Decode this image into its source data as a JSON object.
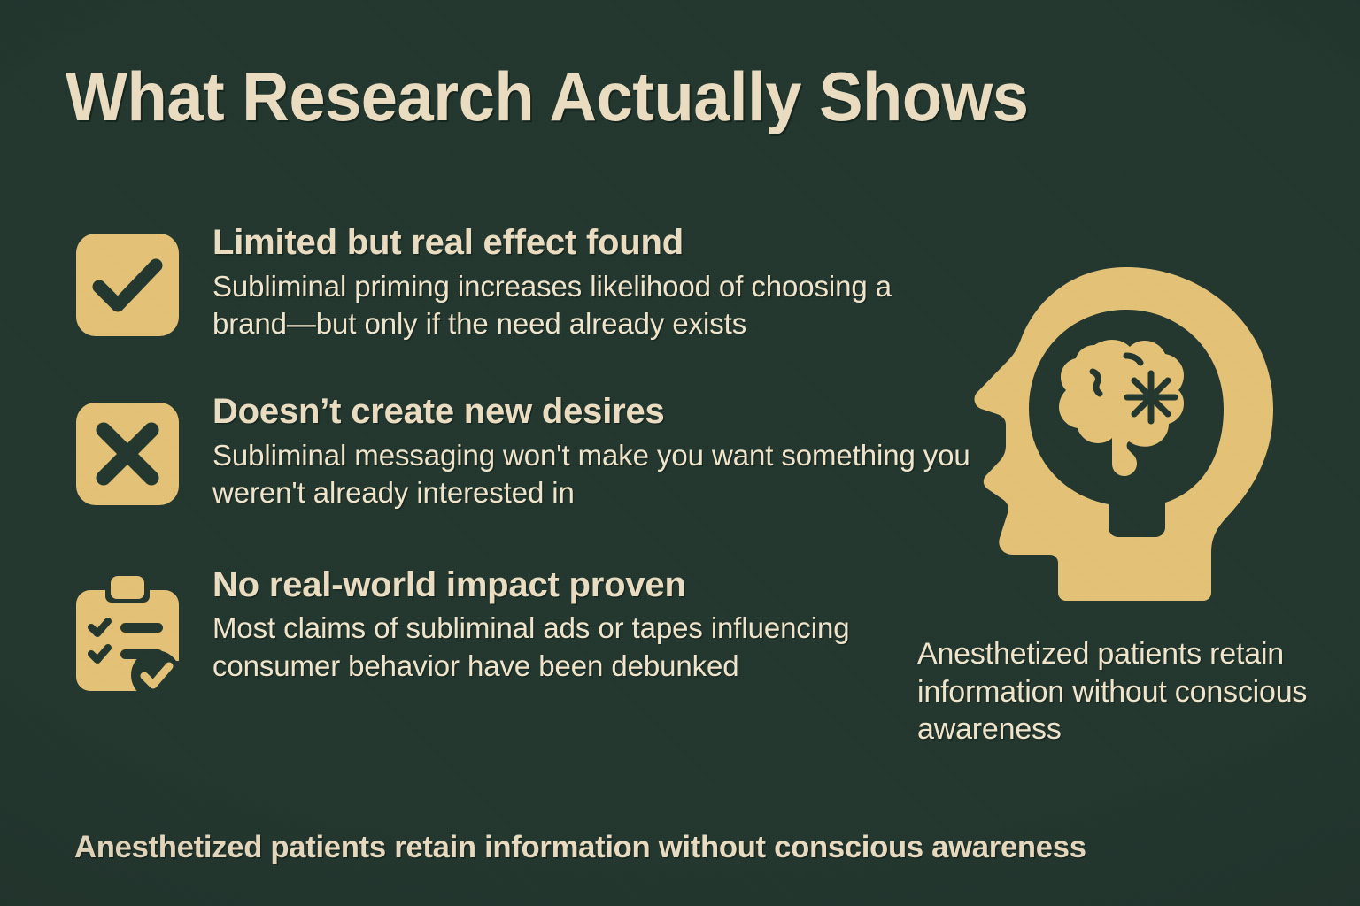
{
  "theme": {
    "background": "#23372f",
    "accent_gold": "#E3C176",
    "text_cream": "#EADCC0",
    "text_body": "#F0E5CB",
    "icon_glyph_dark": "#23372f"
  },
  "header": {
    "title": "What Research Actually Shows"
  },
  "bullets": [
    {
      "icon": "check-square-icon",
      "heading": "Limited but real effect found",
      "body": "Subliminal priming increases likelihood of choosing a brand—but only if the need already exists"
    },
    {
      "icon": "x-square-icon",
      "heading": "Doesn’t create new desires",
      "body": "Subliminal messaging won't make you want something you weren't already interested in"
    },
    {
      "icon": "clipboard-check-icon",
      "heading": "No real-world impact proven",
      "body": "Most claims of subliminal ads or tapes influencing consumer behavior have been debunked"
    }
  ],
  "illustration": {
    "icon": "head-brain-icon",
    "caption": "Anesthetized patients retain information without conscious awareness"
  },
  "footer": {
    "text": "Anesthetized patients retain information without conscious awareness"
  }
}
